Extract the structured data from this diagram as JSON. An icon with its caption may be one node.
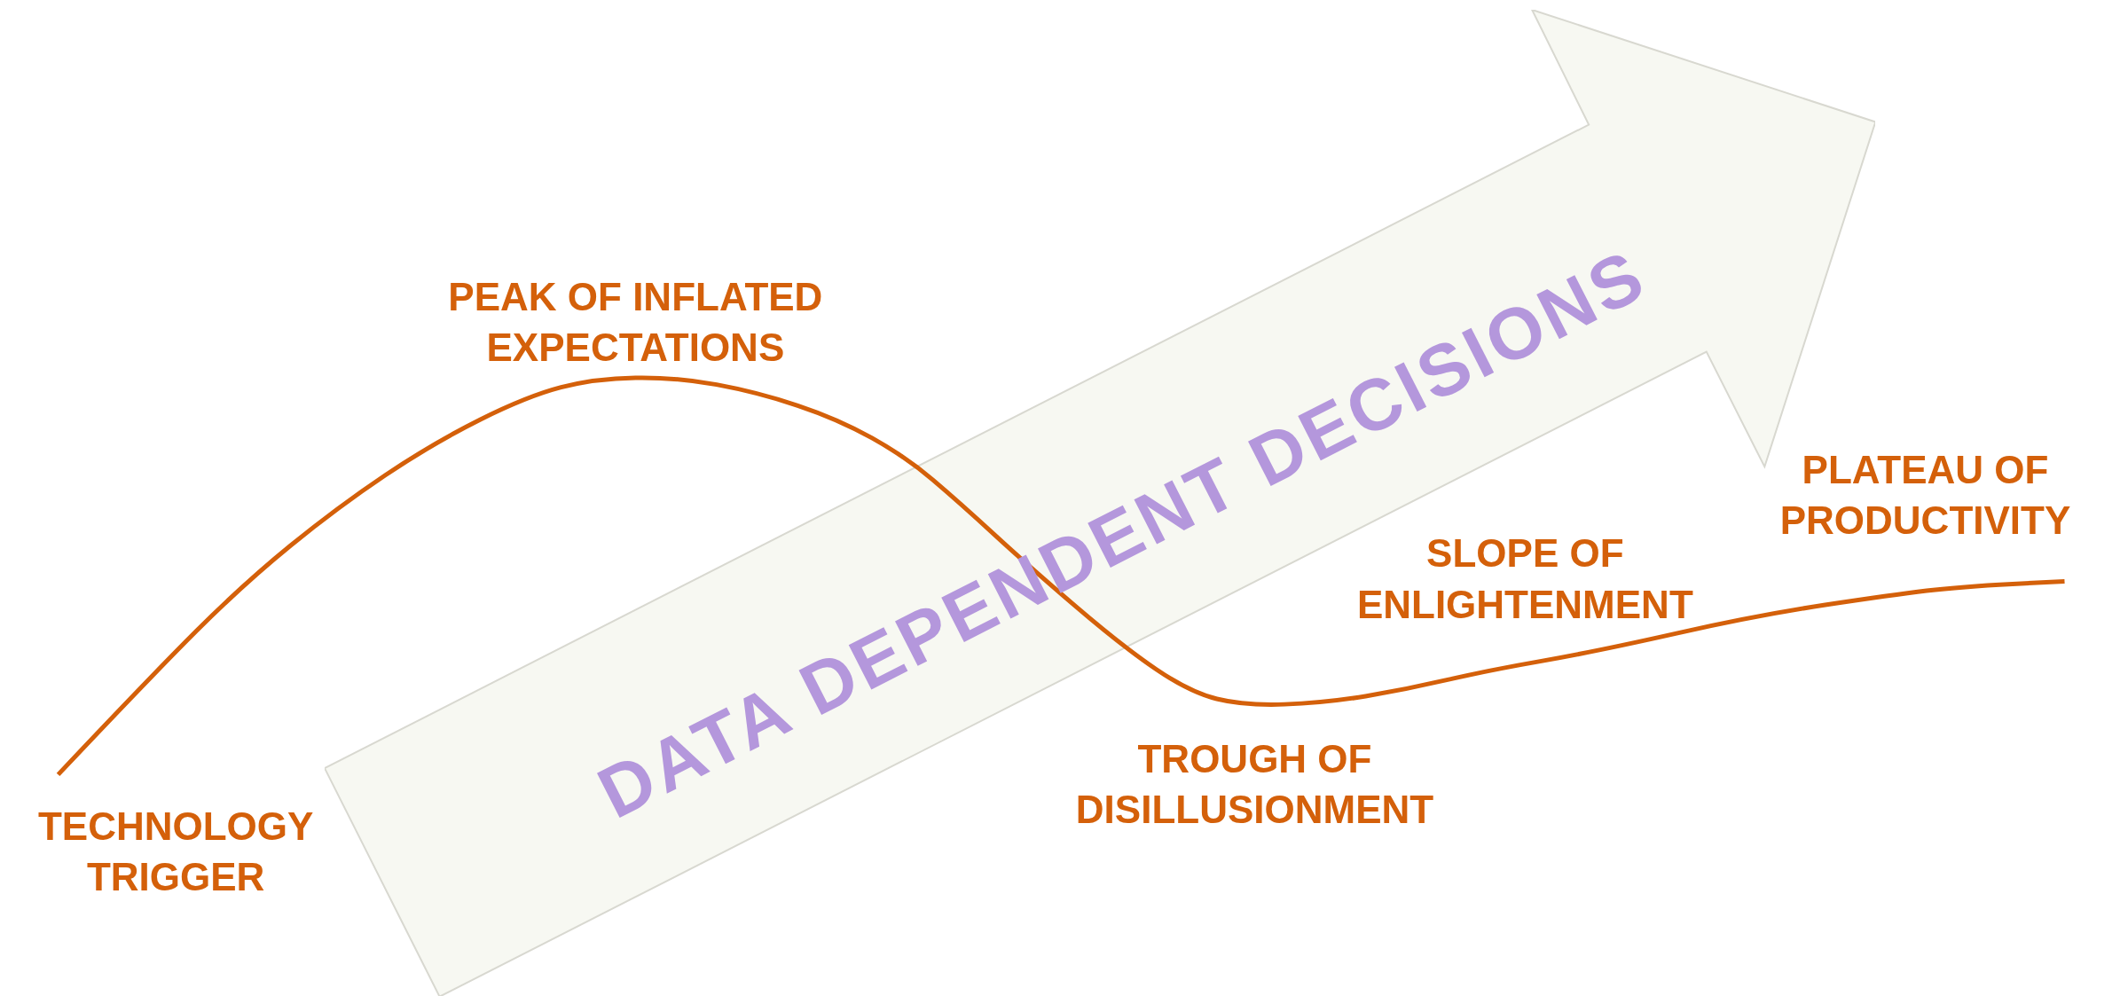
{
  "diagram": {
    "nodes": [
      {
        "text": [
          "DATA DEPENDENT DECISIONS"
        ]
      }
    ],
    "labels": [
      "PEAK OF INFLATED EXPECTATIONS",
      "PLATEAU OF PRODUCTIVITY",
      "SLOPE OF ENLIGHTENMENT",
      "TECHNOLOGY TRIGGER",
      "TROUGH OF DISILLUSIONMENT"
    ]
  }
}
